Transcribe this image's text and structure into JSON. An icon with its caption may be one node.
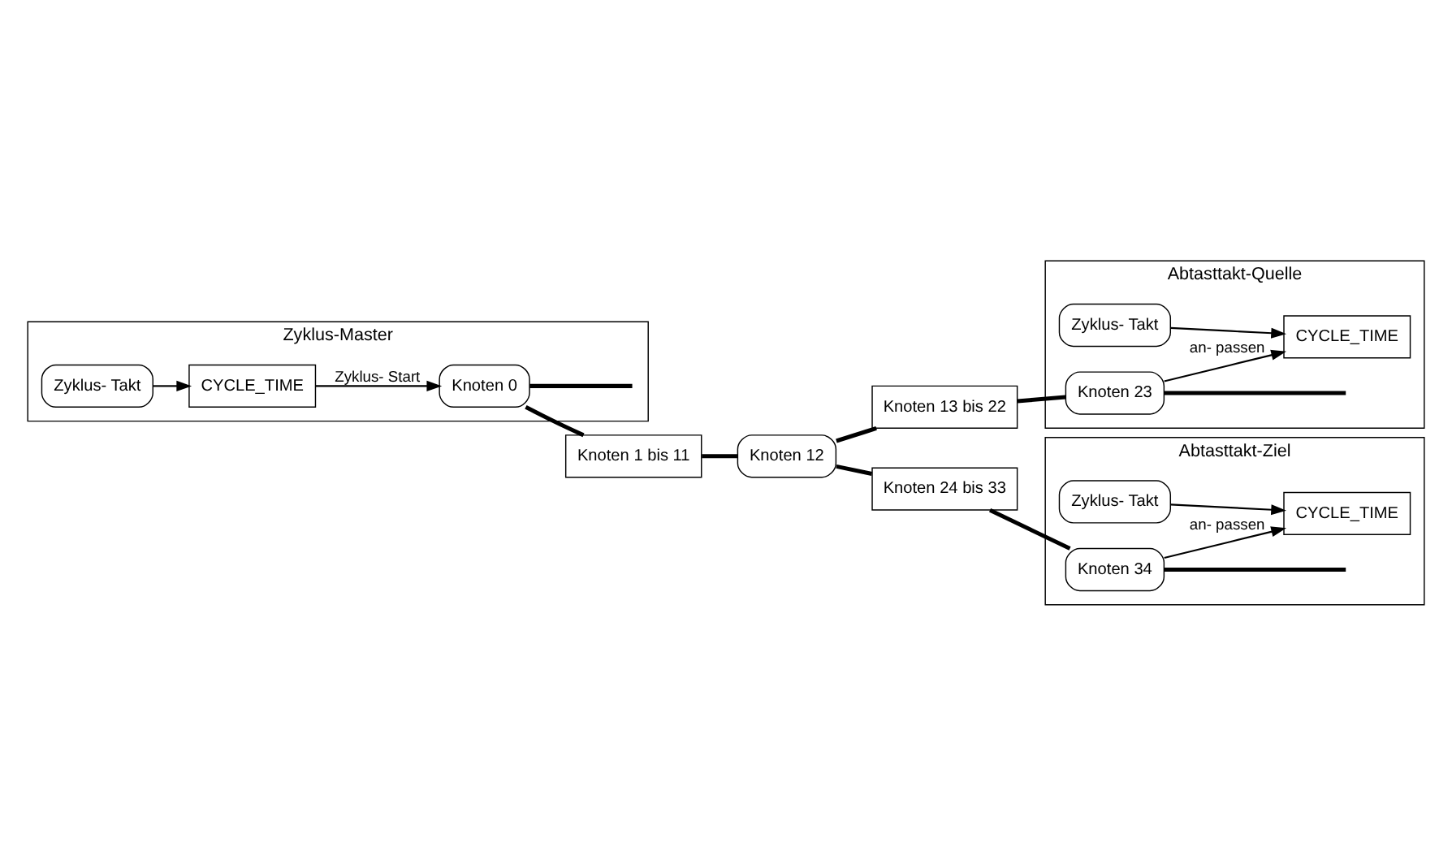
{
  "diagram": {
    "nodes": [
      {
        "text": [
          "Zyklus-Master"
        ]
      },
      {
        "text": [
          "CYCLE_TIME"
        ],
        "in": 0
      },
      {
        "text": [
          "Zyklus- Takt"
        ],
        "in": 0
      },
      {
        "text": [
          "Knoten 0"
        ],
        "in": 0
      },
      {
        "text": [
          "Knoten 1 bis 11"
        ]
      },
      {
        "text": [
          "Knoten 12"
        ]
      },
      {
        "text": [
          "Knoten 13 bis 22"
        ]
      },
      {
        "text": [
          "Abtasttakt-Quelle"
        ]
      },
      {
        "text": [
          "CYCLE_TIME"
        ],
        "in": 7
      },
      {
        "text": [
          "Zyklus- Takt"
        ],
        "in": 7
      },
      {
        "text": [
          "Knoten 23"
        ],
        "in": 7
      },
      {
        "text": [
          "Knoten 24 bis 33"
        ]
      },
      {
        "text": [
          "Abtasttakt-Ziel"
        ]
      },
      {
        "text": [
          "CYCLE_TIME"
        ],
        "in": 12
      },
      {
        "text": [
          "Zyklus- Takt"
        ],
        "in": 12
      },
      {
        "text": [
          "Knoten 34"
        ],
        "in": 12
      }
    ],
    "edges": [
      {
        "from": 2,
        "to": 1,
        "arrow": "to"
      },
      {
        "from": 1,
        "to": 3,
        "arrow": "to",
        "label": "Zyklus- Start"
      },
      {
        "from": 3,
        "to": 4,
        "arrow": "none"
      },
      {
        "from": 3,
        "to": null,
        "arrow": "none"
      },
      {
        "from": 4,
        "to": 5,
        "arrow": "none"
      },
      {
        "from": 5,
        "to": 6,
        "arrow": "none"
      },
      {
        "from": 6,
        "to": 10,
        "arrow": "none"
      },
      {
        "from": 10,
        "to": 8,
        "arrow": "to",
        "label": "an- passen"
      },
      {
        "from": 9,
        "to": 8,
        "arrow": "to"
      },
      {
        "from": 10,
        "to": null,
        "arrow": "none"
      },
      {
        "from": 5,
        "to": 11,
        "arrow": "none"
      },
      {
        "from": 11,
        "to": 15,
        "arrow": "none"
      },
      {
        "from": 15,
        "to": 13,
        "arrow": "to",
        "label": "an- passen"
      },
      {
        "from": 14,
        "to": 13,
        "arrow": "to"
      },
      {
        "from": 15,
        "to": null,
        "arrow": "none"
      }
    ]
  }
}
